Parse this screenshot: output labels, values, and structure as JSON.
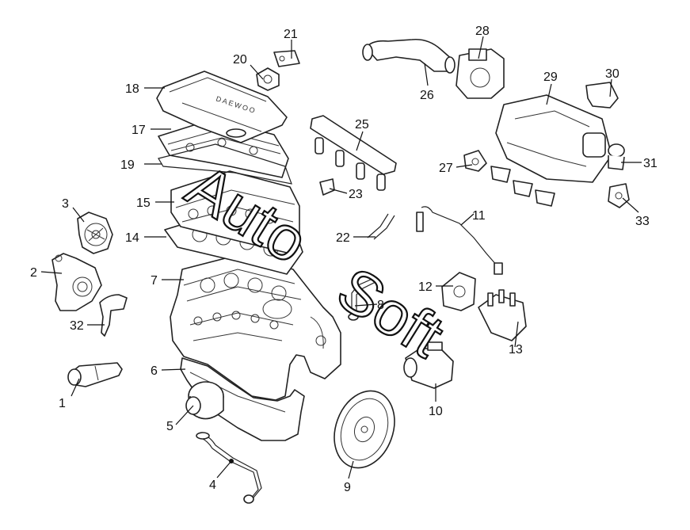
{
  "diagram": {
    "callouts": [
      {
        "id": "1",
        "label": "1"
      },
      {
        "id": "2",
        "label": "2"
      },
      {
        "id": "3",
        "label": "3"
      },
      {
        "id": "4",
        "label": "4"
      },
      {
        "id": "5",
        "label": "5"
      },
      {
        "id": "6",
        "label": "6"
      },
      {
        "id": "7",
        "label": "7"
      },
      {
        "id": "8",
        "label": "8"
      },
      {
        "id": "9",
        "label": "9"
      },
      {
        "id": "10",
        "label": "10"
      },
      {
        "id": "11",
        "label": "11"
      },
      {
        "id": "12",
        "label": "12"
      },
      {
        "id": "13",
        "label": "13"
      },
      {
        "id": "14",
        "label": "14"
      },
      {
        "id": "15",
        "label": "15"
      },
      {
        "id": "17",
        "label": "17"
      },
      {
        "id": "18",
        "label": "18"
      },
      {
        "id": "19",
        "label": "19"
      },
      {
        "id": "20",
        "label": "20"
      },
      {
        "id": "21",
        "label": "21"
      },
      {
        "id": "22",
        "label": "22"
      },
      {
        "id": "23",
        "label": "23"
      },
      {
        "id": "25",
        "label": "25"
      },
      {
        "id": "26",
        "label": "26"
      },
      {
        "id": "27",
        "label": "27"
      },
      {
        "id": "28",
        "label": "28"
      },
      {
        "id": "29",
        "label": "29"
      },
      {
        "id": "30",
        "label": "30"
      },
      {
        "id": "31",
        "label": "31"
      },
      {
        "id": "32",
        "label": "32"
      },
      {
        "id": "33",
        "label": "33"
      }
    ],
    "cover_brand": "DAEWOO",
    "watermark": {
      "part1": "Auto",
      "part2": "Soft"
    }
  }
}
